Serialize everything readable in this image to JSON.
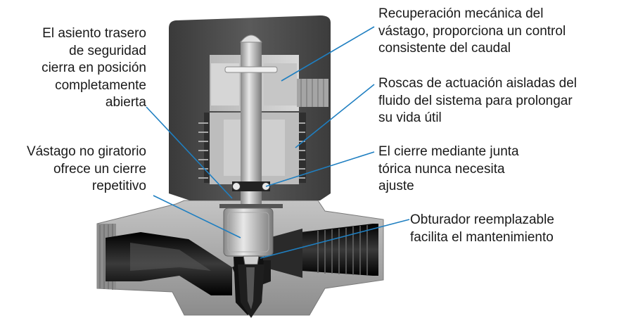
{
  "callouts": {
    "back_seat": "El asiento trasero\nde seguridad\ncierra en posición\ncompletamente\nabierta",
    "stem": "Vástago no giratorio\nofrece un cierre\nrepetitivo",
    "stem_recovery": "Recuperación mecánica del\nvástago, proporciona un control\nconsistente del caudal",
    "threads": "Roscas de actuación aisladas del\nfluido del sistema para prolongar\nsu vida útil",
    "o_ring": "El cierre mediante junta\ntórica nunca necesita\najuste",
    "plug": "Obturador reemplazable\nfacilita el mantenimiento"
  },
  "colors": {
    "dark_metal": "#4a4a4a",
    "body_metal": "#9a9a9a",
    "light_metal": "#cfcfcf",
    "black": "#111111",
    "leader_line": "#1f7fc1",
    "text": "#1a1a1a"
  }
}
